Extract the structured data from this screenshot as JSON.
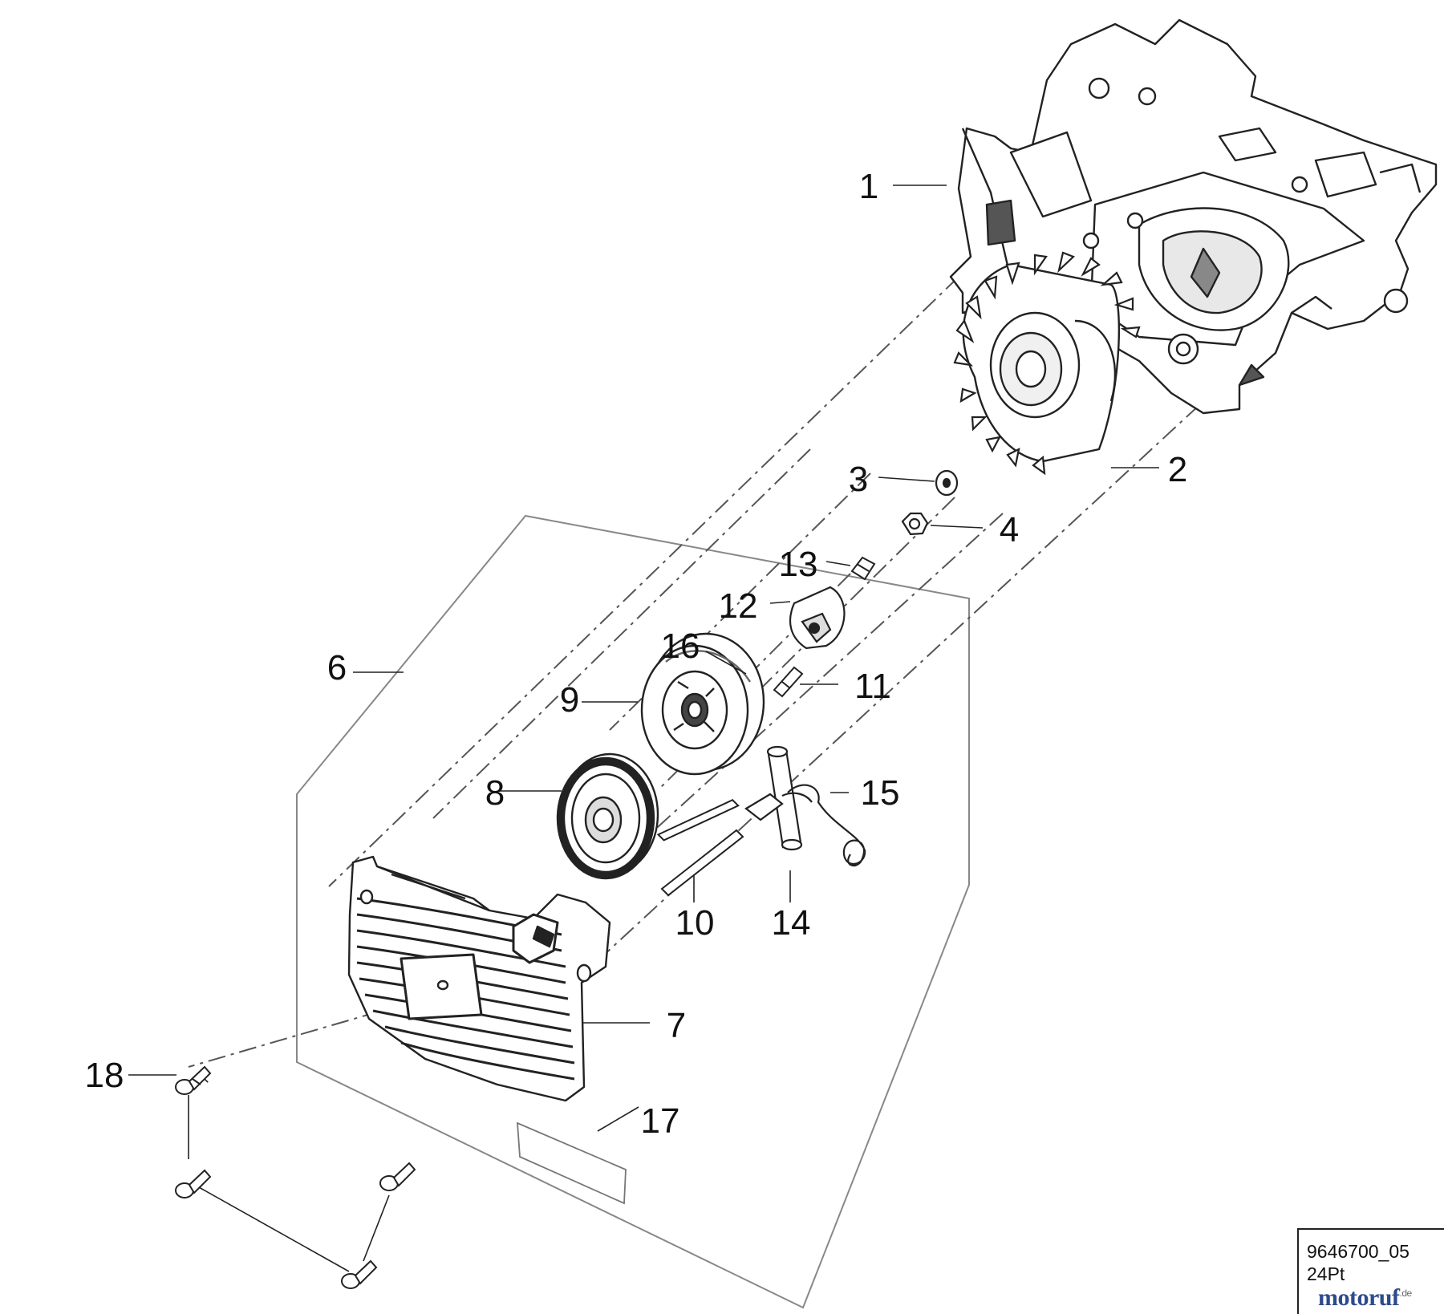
{
  "callouts": [
    {
      "id": "1",
      "label": "1"
    },
    {
      "id": "2",
      "label": "2"
    },
    {
      "id": "3",
      "label": "3"
    },
    {
      "id": "4",
      "label": "4"
    },
    {
      "id": "6",
      "label": "6"
    },
    {
      "id": "7",
      "label": "7"
    },
    {
      "id": "8",
      "label": "8"
    },
    {
      "id": "9",
      "label": "9"
    },
    {
      "id": "10",
      "label": "10"
    },
    {
      "id": "11",
      "label": "11"
    },
    {
      "id": "12",
      "label": "12"
    },
    {
      "id": "13",
      "label": "13"
    },
    {
      "id": "14",
      "label": "14"
    },
    {
      "id": "15",
      "label": "15"
    },
    {
      "id": "16",
      "label": "16"
    },
    {
      "id": "17",
      "label": "17"
    },
    {
      "id": "18",
      "label": "18"
    }
  ],
  "reference_box": {
    "code": "9646700_05",
    "size": "24Pt"
  },
  "watermark": {
    "text": "motoruf",
    "suffix": ".de"
  },
  "colors": {
    "line": "#222222",
    "dash": "#555555",
    "watermark": "#2d4a8c"
  }
}
